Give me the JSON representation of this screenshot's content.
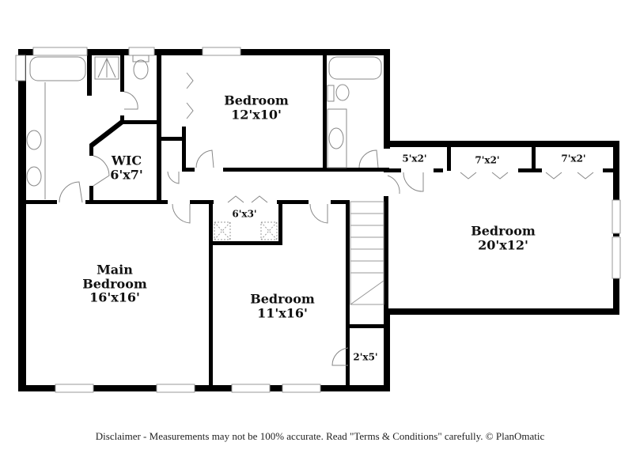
{
  "rooms": {
    "wic": {
      "name": "WIC",
      "dims": "6'x7'"
    },
    "bedroom_top": {
      "name": "Bedroom",
      "dims": "12'x10'"
    },
    "closet_5x2": {
      "dims": "5'x2'"
    },
    "closet_7x2_a": {
      "dims": "7'x2'"
    },
    "closet_7x2_b": {
      "dims": "7'x2'"
    },
    "bedroom_right": {
      "name": "Bedroom",
      "dims": "20'x12'"
    },
    "closet_6x3": {
      "dims": "6'x3'"
    },
    "main_bedroom": {
      "name_line1": "Main",
      "name_line2": "Bedroom",
      "dims": "16'x16'"
    },
    "bedroom_middle": {
      "name": "Bedroom",
      "dims": "11'x16'"
    },
    "closet_2x5": {
      "dims": "2'x5'"
    }
  },
  "footer": {
    "disclaimer": "Disclaimer - Measurements may not be 100% accurate. Read \"Terms & Conditions\" carefully. © PlanOmatic"
  },
  "colors": {
    "wall": "#000000",
    "fixture": "#888888",
    "background": "#ffffff"
  }
}
